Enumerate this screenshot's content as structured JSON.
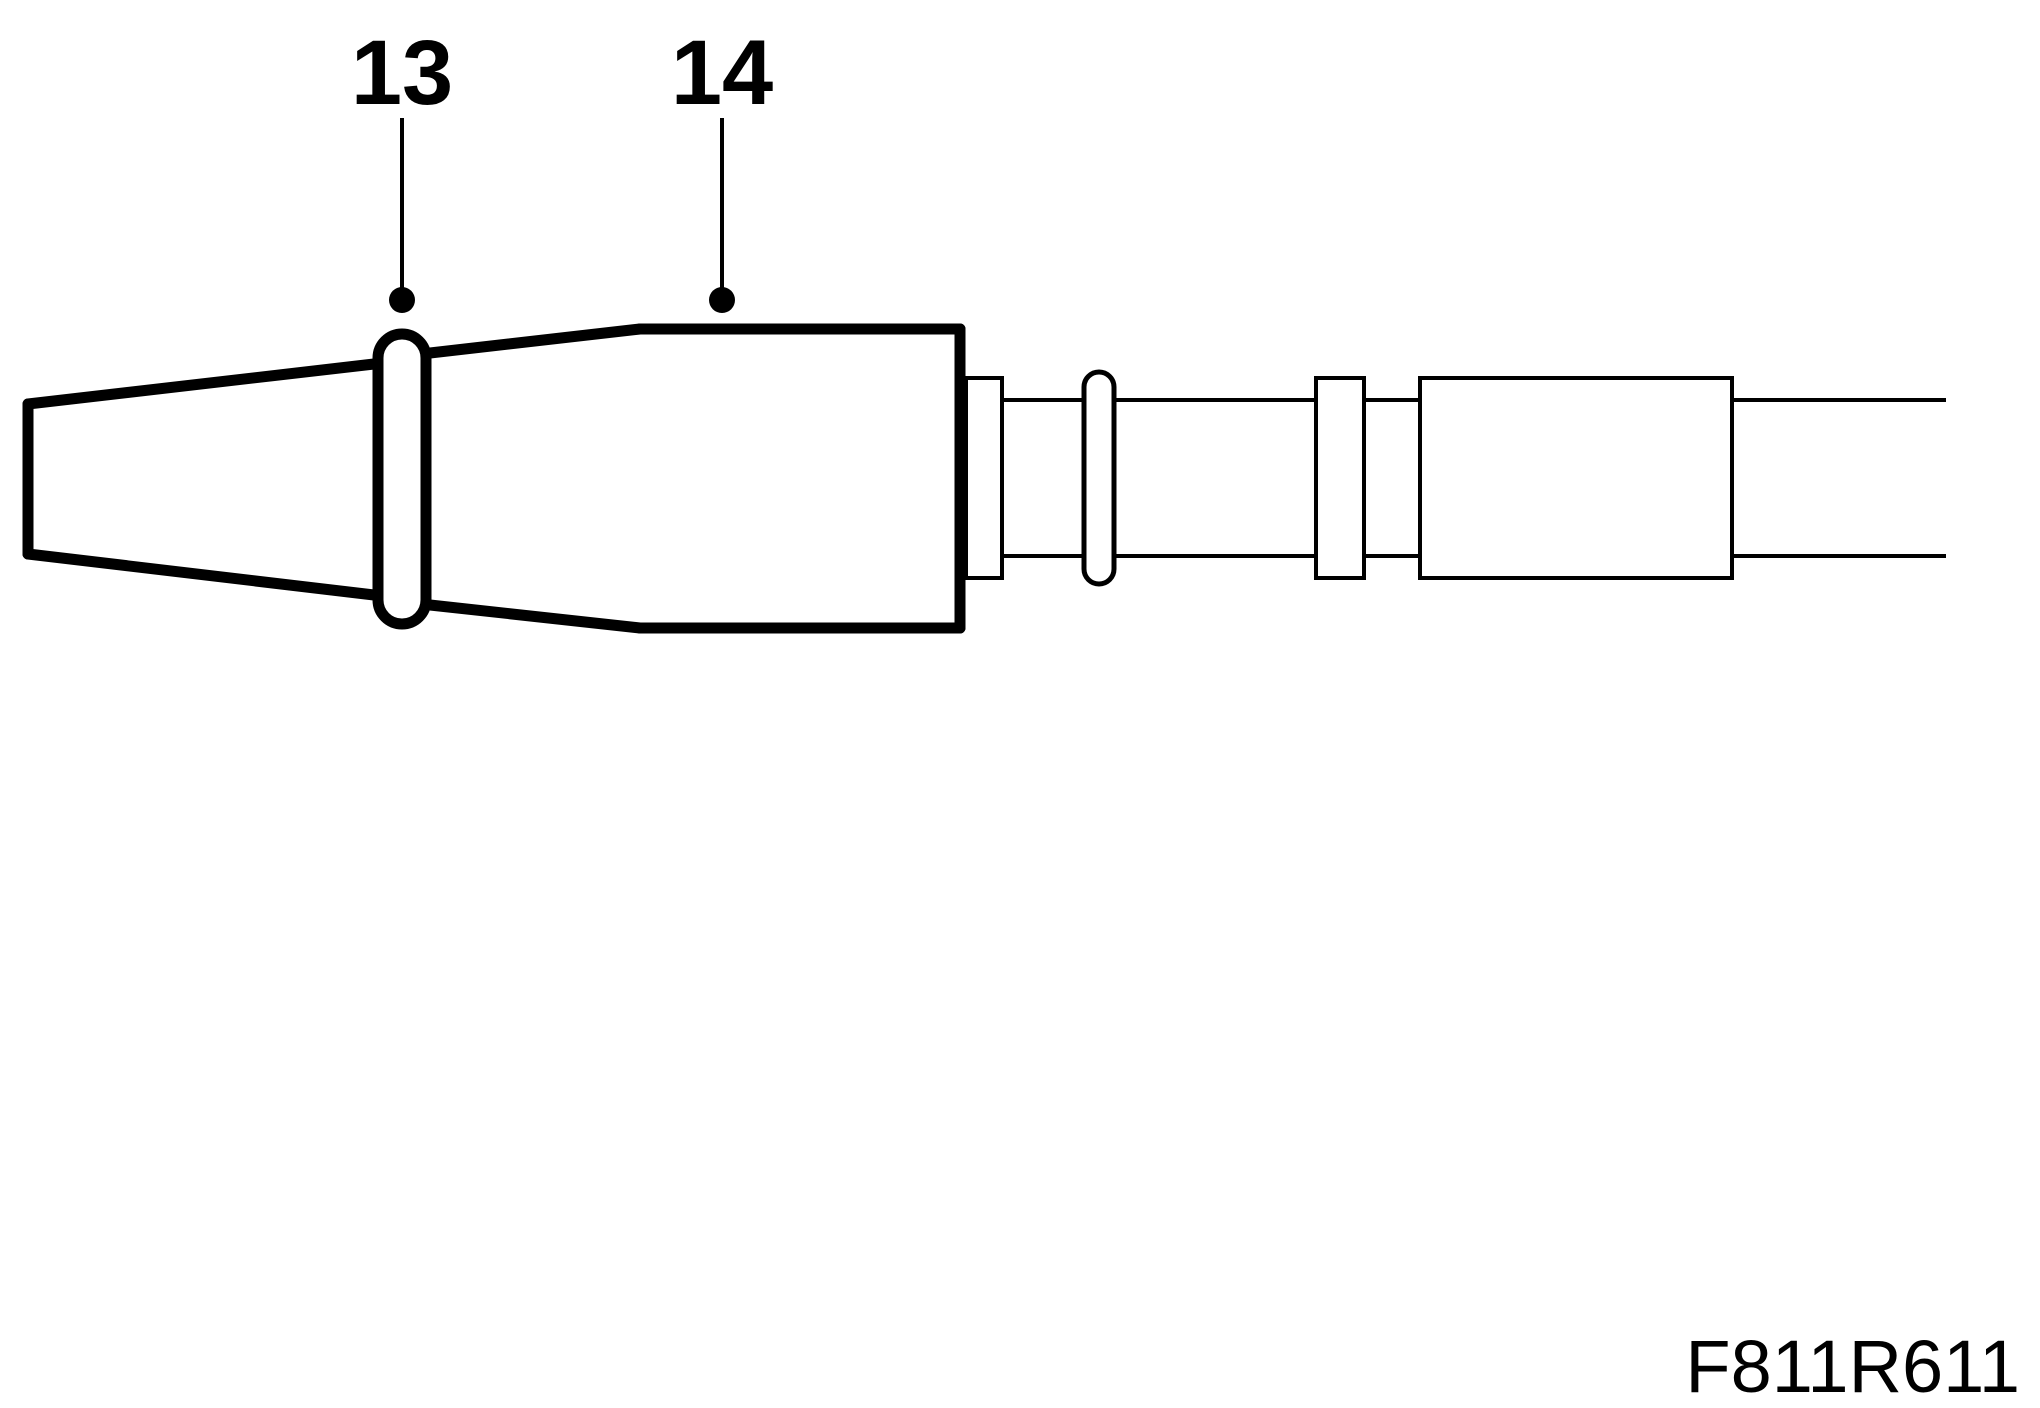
{
  "callouts": [
    {
      "id": "13",
      "label": "13"
    },
    {
      "id": "14",
      "label": "14"
    }
  ],
  "figure_code": "F811R611",
  "colors": {
    "line": "#000000",
    "background": "#ffffff"
  }
}
